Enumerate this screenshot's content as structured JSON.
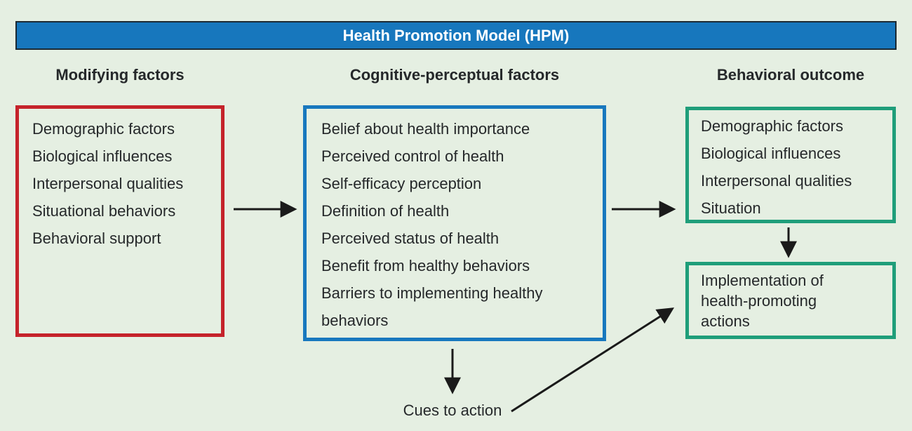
{
  "banner": {
    "title": "Health Promotion Model (HPM)"
  },
  "columns": [
    {
      "label": "Modifying factors"
    },
    {
      "label": "Cognitive-perceptual factors"
    },
    {
      "label": "Behavioral outcome"
    }
  ],
  "boxes": {
    "modifying": {
      "border_color": "#c5232b",
      "items": [
        "Demographic factors",
        "Biological influences",
        "Interpersonal qualities",
        "Situational behaviors",
        "Behavioral support"
      ]
    },
    "cognitive": {
      "border_color": "#1878be",
      "items": [
        "Belief about health importance",
        "Perceived control of health",
        "Self-efficacy perception",
        "Definition of health",
        "Perceived status of health",
        "Benefit from healthy behaviors",
        "Barriers to implementing healthy behaviors"
      ]
    },
    "behavioral": {
      "border_color": "#1f9e7a",
      "items": [
        "Demographic factors",
        "Biological influences",
        "Interpersonal qualities",
        "Situation"
      ]
    },
    "implementation": {
      "border_color": "#1f9e7a",
      "text": "Implementation of health-promoting actions"
    }
  },
  "labels": {
    "cues_to_action": "Cues to action"
  },
  "colors": {
    "background": "#e5efe2",
    "banner_fill": "#1777bd",
    "banner_border": "#1b2a33",
    "banner_text": "#ffffff",
    "red_box_border": "#c5232b",
    "blue_box_border": "#1878be",
    "green_box_border": "#1f9e7a",
    "text": "#25282a",
    "arrow": "#1a1a1a"
  }
}
